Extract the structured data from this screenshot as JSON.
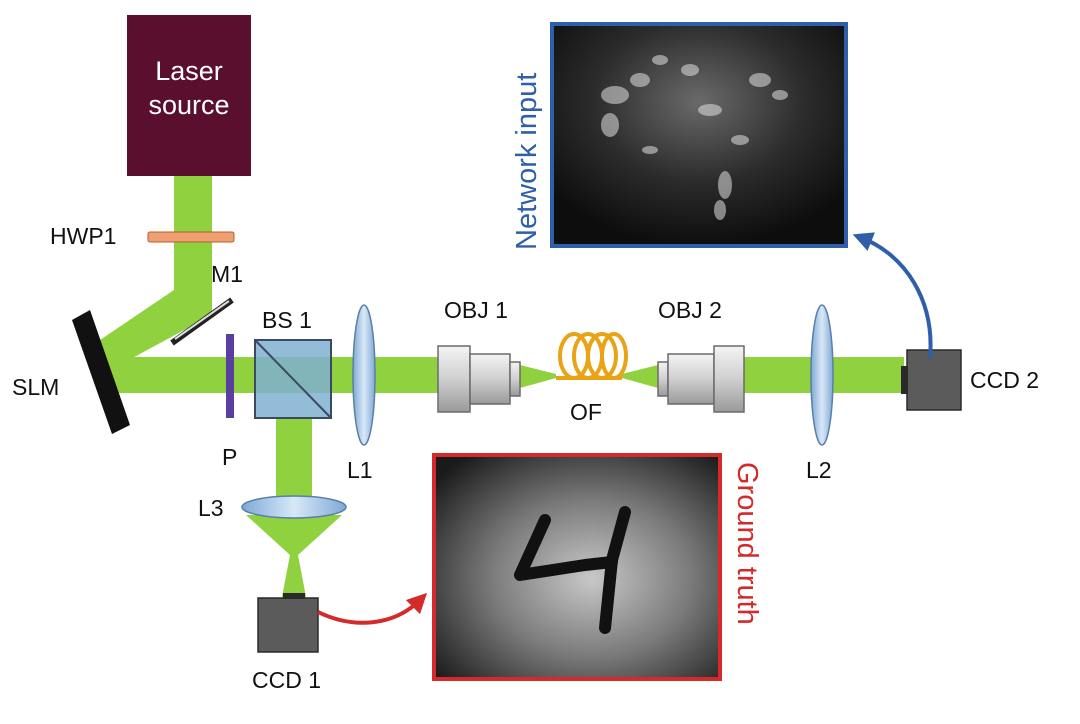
{
  "components": {
    "laser_source": {
      "line1": "Laser",
      "line2": "source"
    },
    "hwp1": "HWP1",
    "m1": "M1",
    "slm": "SLM",
    "bs1": "BS 1",
    "p": "P",
    "l1": "L1",
    "l2": "L2",
    "l3": "L3",
    "obj1": "OBJ 1",
    "obj2": "OBJ 2",
    "of": "OF",
    "ccd1": "CCD 1",
    "ccd2": "CCD 2"
  },
  "panels": {
    "network_input": "Network input",
    "ground_truth": "Ground truth"
  },
  "colors": {
    "beam": "#8fd13f",
    "laser_box": "#5a0f2e",
    "network_input_accent": "#2e5fa8",
    "ground_truth_accent": "#d42a2a",
    "fiber": "#e8a317",
    "hwp": "#f0a070",
    "polarizer": "#5a3fa0"
  }
}
